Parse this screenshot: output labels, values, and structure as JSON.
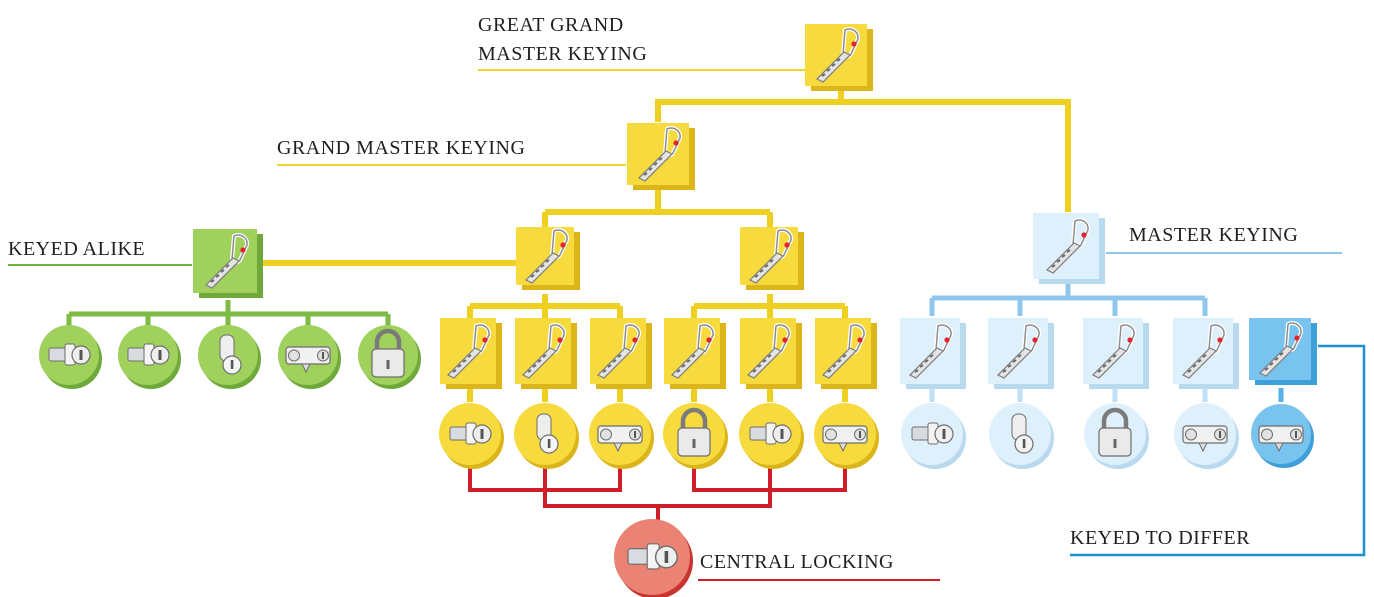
{
  "labels": {
    "great_grand_line1": "GREAT GRAND",
    "great_grand_line2": "MASTER KEYING",
    "grand_master": "GRAND MASTER KEYING",
    "keyed_alike": "KEYED ALIKE",
    "master_keying": "MASTER KEYING",
    "keyed_to_differ": "KEYED TO DIFFER",
    "central_locking": "CENTRAL LOCKING"
  },
  "colors": {
    "yellow": "#f5d73d",
    "yellow_dark": "#e2bd18",
    "green": "#94c853",
    "green_dark": "#6ea93a",
    "light_blue": "#dcefff",
    "blue": "#7ec3ec",
    "blue_line": "#1c8fd1",
    "red": "#d2232a",
    "salmon": "#ea8374"
  },
  "groups": {
    "keyed_alike": {
      "color": "green",
      "lock_icons": [
        "cylinder-lock-icon",
        "cylinder-lock-icon",
        "cam-lock-icon",
        "euro-cylinder-icon",
        "padlock-icon"
      ]
    },
    "grand_master": {
      "color": "yellow",
      "lock_icons": [
        "cylinder-lock-icon",
        "cam-lock-icon",
        "euro-cylinder-icon",
        "padlock-icon",
        "cylinder-lock-icon",
        "euro-cylinder-icon"
      ]
    },
    "master_keying": {
      "color": "light_blue",
      "lock_icons": [
        "cylinder-lock-icon",
        "cam-lock-icon",
        "padlock-icon",
        "euro-cylinder-icon"
      ]
    },
    "keyed_to_differ": {
      "color": "blue",
      "lock_icons": [
        "euro-cylinder-icon"
      ]
    },
    "central_locking": {
      "color": "salmon",
      "lock_icons": [
        "cylinder-lock-icon"
      ]
    }
  }
}
